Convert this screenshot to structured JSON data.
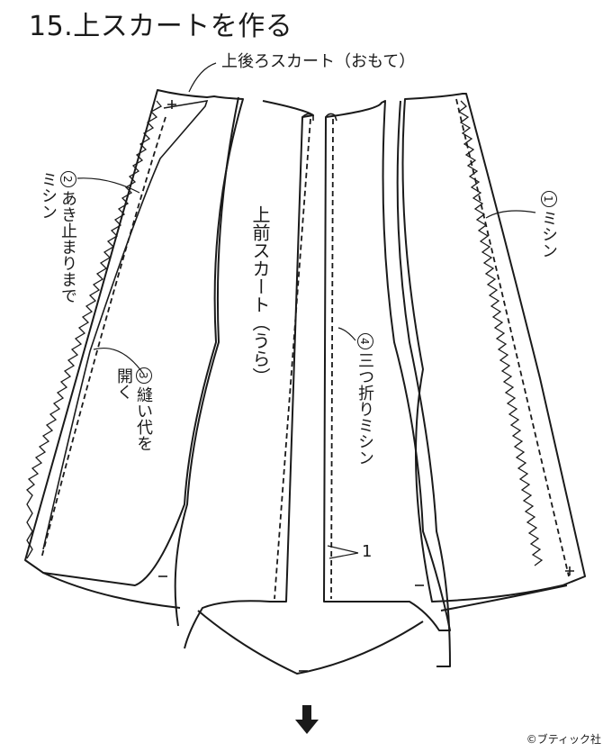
{
  "title": "15.上スカートを作る",
  "labels": {
    "back_skirt": "上後ろスカート（おもて）",
    "front_skirt": "上前スカート（うら）",
    "step1_num": "1",
    "step1_text": "ミシン",
    "step2_num": "2",
    "step2_line1": "あき止まりまで",
    "step2_line2": "ミシン",
    "step3_num": "3",
    "step3_line1": "縫い代を",
    "step3_line2": "開く",
    "step4_num": "4",
    "step4_text": "三つ折りミシン",
    "fold_width": "1"
  },
  "credit": "©ブティック社",
  "colors": {
    "ink": "#1a1a1a",
    "paper": "#ffffff"
  },
  "icons": {
    "next_step": "down-arrow-icon"
  }
}
